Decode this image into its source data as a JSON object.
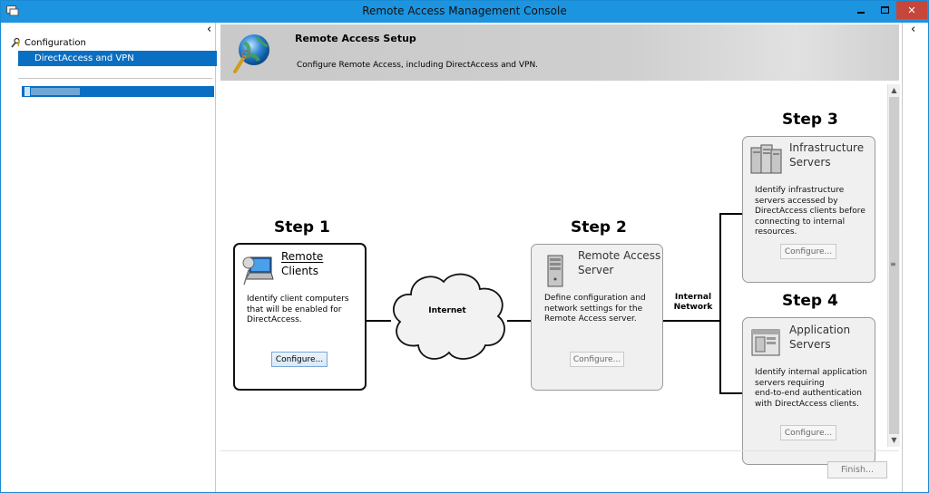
{
  "window": {
    "title": "Remote Access Management Console",
    "collapse_glyph": "‹",
    "close_glyph": "✕"
  },
  "nav": {
    "root_label": "Configuration",
    "selected_item": "DirectAccess and VPN"
  },
  "banner": {
    "title": "Remote Access Setup",
    "subtitle": "Configure Remote Access, including DirectAccess and VPN."
  },
  "steps": {
    "step1": {
      "label": "Step 1",
      "title_line1": "Remote",
      "title_line2": "Clients",
      "description": [
        "Identify client computers",
        "that will be enabled for",
        "DirectAccess."
      ],
      "button": "Configure...",
      "state": "active"
    },
    "step2": {
      "label": "Step 2",
      "title_line1": "Remote Access",
      "title_line2": "Server",
      "description": [
        "Define configuration and",
        "network settings for the",
        "Remote Access server."
      ],
      "button": "Configure...",
      "state": "disabled"
    },
    "step3": {
      "label": "Step 3",
      "title_line1": "Infrastructure",
      "title_line2": "Servers",
      "description": [
        "Identify infrastructure",
        "servers accessed by",
        "DirectAccess clients before",
        "connecting to internal",
        "resources."
      ],
      "button": "Configure...",
      "state": "disabled"
    },
    "step4": {
      "label": "Step 4",
      "title_line1": "Application",
      "title_line2": "Servers",
      "description": [
        "Identify internal application",
        "servers requiring",
        "end-to-end authentication",
        "with DirectAccess clients."
      ],
      "button": "Configure...",
      "state": "disabled"
    }
  },
  "network": {
    "internet_label": "Internet",
    "internal_line1": "Internal",
    "internal_line2": "Network"
  },
  "footer": {
    "finish_label": "Finish..."
  },
  "colors": {
    "titlebar": "#1c94e0",
    "selection": "#0a6fc2",
    "close": "#c7463b"
  },
  "icons": [
    "app-icon",
    "wrench-icon",
    "globe-icon",
    "laptop-icon",
    "server-icon",
    "infrastructure-server-icon",
    "application-server-icon",
    "cloud-icon",
    "chevron-left-icon"
  ]
}
